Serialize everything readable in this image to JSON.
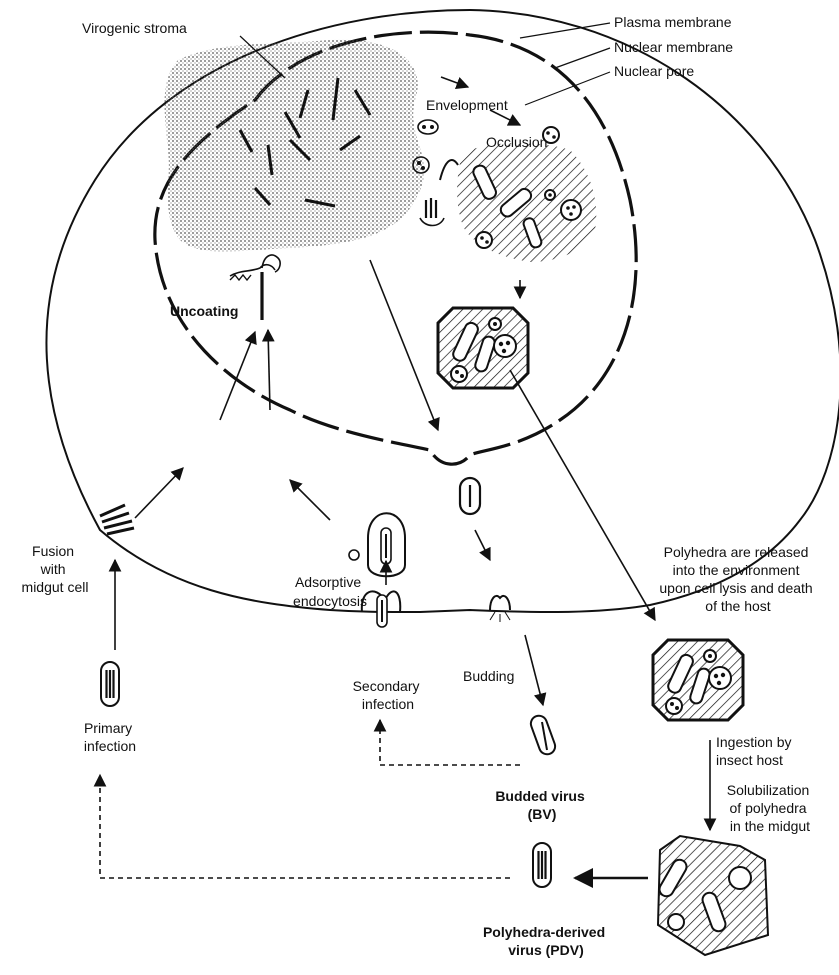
{
  "labels": {
    "plasma_membrane": "Plasma membrane",
    "nuclear_membrane": "Nuclear membrane",
    "nuclear_pore": "Nuclear pore",
    "virogenic_stroma": "Virogenic stroma",
    "envelopment": "Envelopment",
    "occlusion": "Occlusion",
    "uncoating": "Uncoating",
    "fusion": [
      "Fusion",
      "with",
      "midgut cell"
    ],
    "primary_infection": [
      "Primary",
      "infection"
    ],
    "adsorptive_endocytosis": [
      "Adsorptive",
      "endocytosis"
    ],
    "secondary_infection": [
      "Secondary",
      "infection"
    ],
    "budding": "Budding",
    "budded_virus": [
      "Budded virus",
      "(BV)"
    ],
    "polyhedra_released": [
      "Polyhedra are released",
      "into the environment",
      "upon cell lysis and death",
      "of the host"
    ],
    "ingestion": [
      "Ingestion by",
      "insect host"
    ],
    "solubilization": [
      "Solubilization",
      "of polyhedra",
      "in the midgut"
    ],
    "pdv": [
      "Polyhedra-derived",
      "virus (PDV)"
    ]
  },
  "icons": [
    "virus-rod-icon",
    "polyhedron-icon",
    "budded-virus-icon",
    "endosome-icon"
  ],
  "colors": {
    "ink": "#111111",
    "paper": "#ffffff",
    "stroma": "#555555"
  }
}
